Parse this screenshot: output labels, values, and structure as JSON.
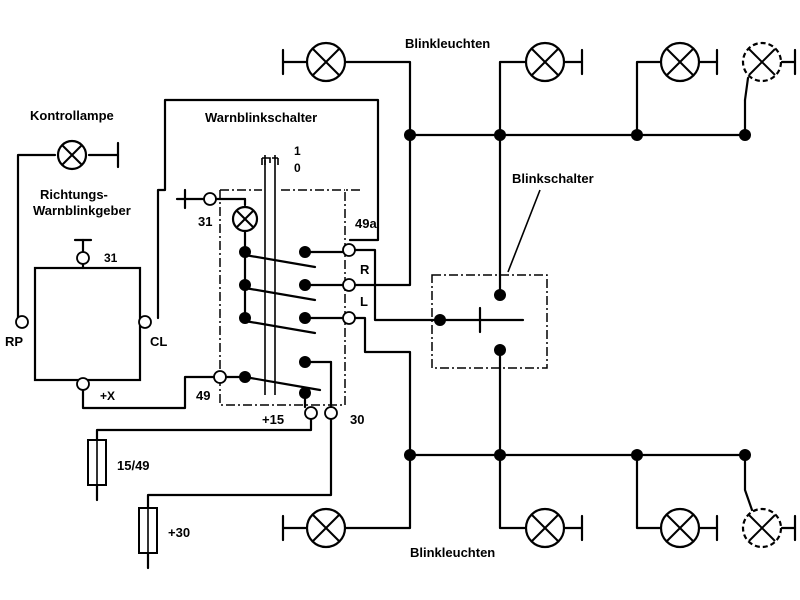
{
  "labels": {
    "kontrollampe": "Kontrollampe",
    "warnblinkschalter": "Warnblinkschalter",
    "blinkleuchten_top": "Blinkleuchten",
    "blinkleuchten_bottom": "Blinkleuchten",
    "blinkschalter": "Blinkschalter",
    "geber_line1": "Richtungs-",
    "geber_line2": "Warnblinkgeber"
  },
  "terminals": {
    "t31_geber": "31",
    "rp": "RP",
    "cl": "CL",
    "plus_x": "+X",
    "t31_switch": "31",
    "t49a": "49a",
    "r": "R",
    "l": "L",
    "t49": "49",
    "plus15": "+15",
    "t30": "30",
    "switch_pos_1": "1",
    "switch_pos_0": "0"
  },
  "fuses": {
    "f1": "15/49",
    "f2": "+30"
  }
}
